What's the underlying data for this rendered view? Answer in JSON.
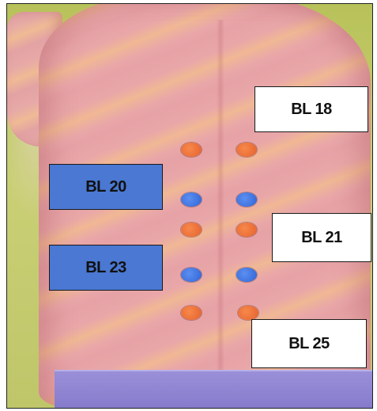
{
  "photo": {
    "colors": {
      "skin": "#e8a6a6",
      "background": "#c9cf74",
      "waistband": "#8b80cf",
      "orange_point": "#f07a3c",
      "blue_point": "#3f73e0",
      "blue_label": "#4a78d2"
    }
  },
  "labels": {
    "bl18": "BL 18",
    "bl20": "BL 20",
    "bl21": "BL 21",
    "bl23": "BL 23",
    "bl25": "BL 25"
  }
}
